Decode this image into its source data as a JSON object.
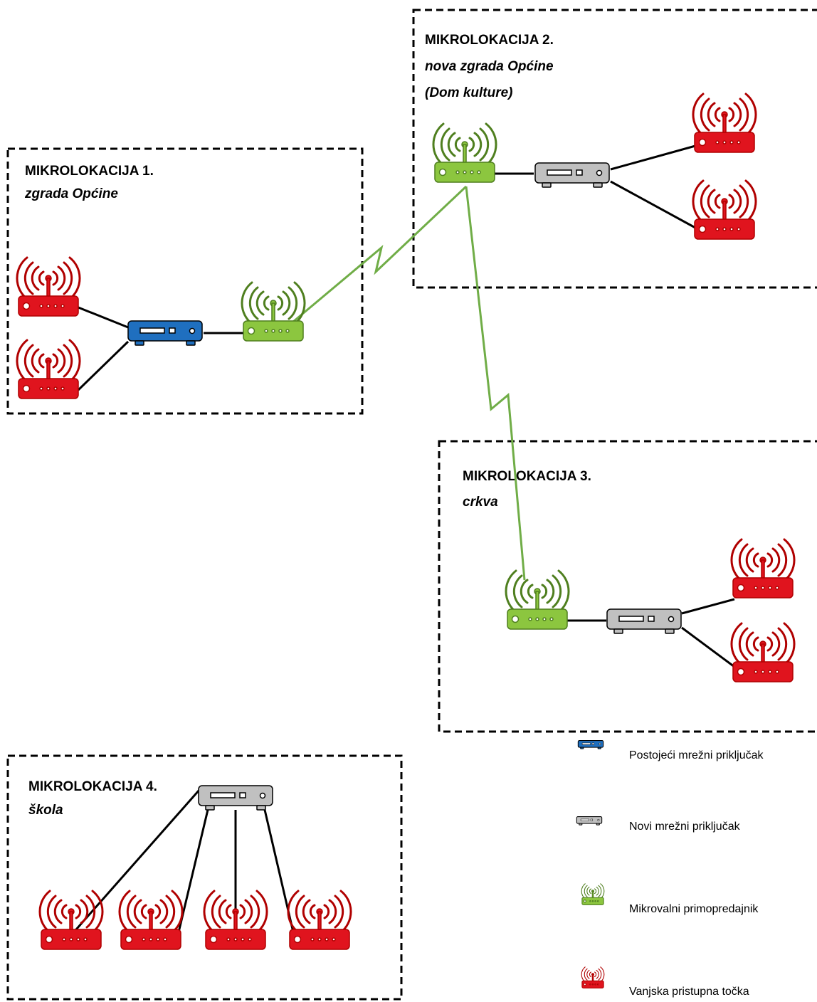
{
  "zones": [
    {
      "title": "MIKROLOKACIJA 1.",
      "subtitle_lines": [
        "zgrada Općine"
      ]
    },
    {
      "title": "MIKROLOKACIJA 2.",
      "subtitle_lines": [
        "nova zgrada Općine",
        "(Dom kulture)"
      ]
    },
    {
      "title": "MIKROLOKACIJA 3.",
      "subtitle_lines": [
        "crkva"
      ]
    },
    {
      "title": "MIKROLOKACIJA 4.",
      "subtitle_lines": [
        "škola"
      ]
    }
  ],
  "legend": [
    {
      "icon": "blue-switch-icon",
      "label": "Postojeći mrežni priključak"
    },
    {
      "icon": "gray-switch-icon",
      "label": "Novi mrežni priključak"
    },
    {
      "icon": "green-microwave-icon",
      "label": "Mikrovalni primopredajnik"
    },
    {
      "icon": "red-access-point-icon",
      "label": "Vanjska pristupna točka"
    }
  ],
  "colors": {
    "existing_switch": "#1f6fbf",
    "new_switch": "#c0c0c0",
    "microwave": "#8cc63f",
    "access_point": "#e0141e",
    "wireless_link": "#70ad47",
    "cable": "#000000"
  }
}
